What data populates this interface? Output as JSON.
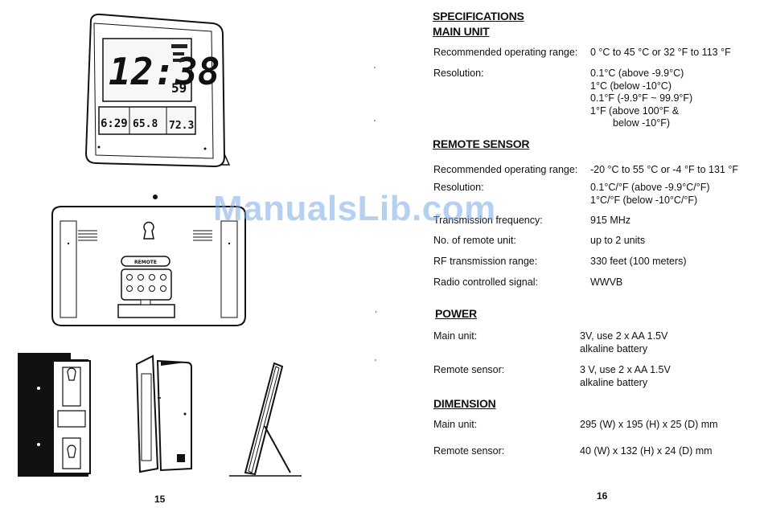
{
  "watermark": "ManualsLib.com",
  "left_page": {
    "page_number": "15"
  },
  "right_page": {
    "page_number": "16",
    "specifications": {
      "title": "SPECIFICATIONS",
      "subtitle": "MAIN UNIT",
      "rows": [
        {
          "label": "Recommended operating range:",
          "values": [
            "0 °C to 45 °C   or   32 °F to 113 °F"
          ]
        },
        {
          "label": "Resolution:",
          "values": [
            "0.1°C (above -9.9°C)",
            "1°C (below -10°C)",
            "0.1°F (-9.9°F ~ 99.9°F)",
            "1°F (above 100°F &",
            "below -10°F)"
          ]
        }
      ]
    },
    "remote_sensor": {
      "title": "REMOTE SENSOR",
      "rows": [
        {
          "label": "Recommended operating range:",
          "values": [
            "-20 °C to 55 °C   or   -4 °F to 131 °F"
          ]
        },
        {
          "label": "Resolution:",
          "values": [
            "0.1°C/°F (above -9.9°C/°F)",
            "1°C/°F (below -10°C/°F)"
          ]
        },
        {
          "label": "Transmission frequency:",
          "values": [
            "915 MHz"
          ]
        },
        {
          "label": "No. of remote unit:",
          "values": [
            "up to 2 units"
          ]
        },
        {
          "label": "RF transmission range:",
          "values": [
            "330 feet (100 meters)"
          ]
        },
        {
          "label": "Radio controlled signal:",
          "values": [
            "WWVB"
          ]
        }
      ]
    },
    "power": {
      "title": "POWER",
      "rows": [
        {
          "label": "Main unit:",
          "values": [
            "3V, use 2 x AA 1.5V",
            "alkaline battery"
          ]
        },
        {
          "label": "Remote sensor:",
          "values": [
            "3 V, use 2 x AA 1.5V",
            "alkaline battery"
          ]
        }
      ]
    },
    "dimension": {
      "title": "DIMENSION",
      "rows": [
        {
          "label": "Main unit:",
          "values": [
            "295 (W) x 195 (H) x 25 (D) mm"
          ]
        },
        {
          "label": "Remote sensor:",
          "values": [
            "40 (W) x 132 (H) x 24 (D) mm"
          ]
        }
      ]
    }
  },
  "illustration_display": {
    "time_digits": "12:38",
    "seconds_digits": "59",
    "date_digits": "6:29",
    "indoor_digits": "65.8",
    "outdoor_digits": "72.3",
    "remote_label": "REMOTE"
  }
}
